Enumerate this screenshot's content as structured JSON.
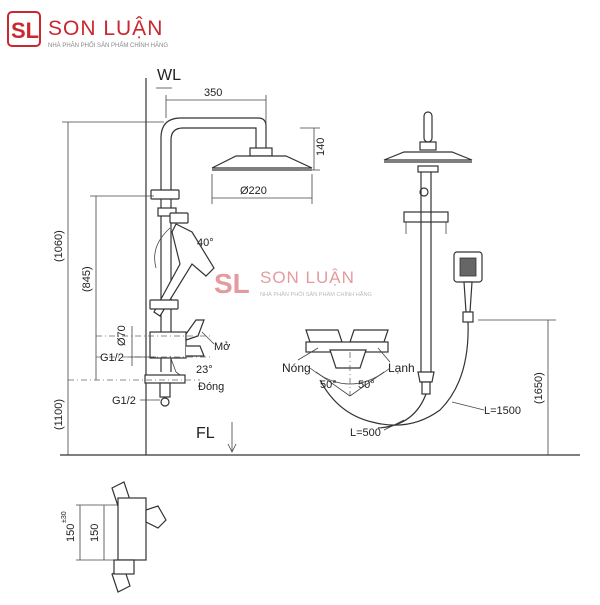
{
  "brand": {
    "name": "SON LUẬN",
    "tagline": "NHÀ PHÂN PHỐI SẢN PHẨM CHÍNH HÃNG",
    "logo_mark": "SL",
    "color_red": "#c8282e",
    "color_gray": "#9a9a9a"
  },
  "watermark": {
    "name": "SON LUẬN",
    "tagline": "NHÀ PHÂN PHỐI SẢN PHẨM CHÍNH HÃNG",
    "logo_mark": "SL"
  },
  "labels": {
    "wl": "WL",
    "fl": "FL",
    "dim_350": "350",
    "dim_140": "140",
    "dim_220": "Ø220",
    "dim_1060": "(1060)",
    "dim_845": "(845)",
    "dim_70": "Ø70",
    "dim_g12_top": "G1/2",
    "dim_g12_bot": "G1/2",
    "dim_1100": "(1100)",
    "angle_40": "40°",
    "angle_23": "23°",
    "mo": "Mở",
    "dong": "Đóng",
    "nong": "Nóng",
    "lanh": "Lạnh",
    "angle_50_left": "50°",
    "angle_50_right": "50°",
    "l500": "L=500",
    "l1500": "L=1500",
    "dim_1650": "(1650)",
    "dim_150_tol": "150",
    "tol_sup": "±30",
    "dim_150": "150"
  }
}
